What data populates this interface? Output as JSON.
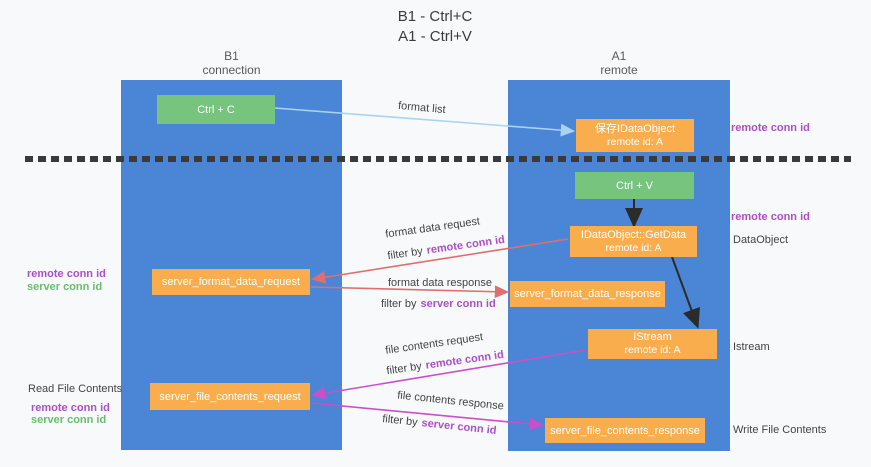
{
  "title": {
    "line1": "B1 - Ctrl+C",
    "line2": "A1 - Ctrl+V"
  },
  "columns": {
    "left": {
      "name": "B1",
      "role": "connection"
    },
    "right": {
      "name": "A1",
      "role": "remote"
    }
  },
  "nodes": {
    "ctrl_c": {
      "label": "Ctrl + C"
    },
    "save_idataobject": {
      "line1": "保存IDataObject",
      "line2": "remote id: A"
    },
    "ctrl_v": {
      "label": "Ctrl + V"
    },
    "getdata": {
      "line1": "IDataObject::GetData",
      "line2": "remote id: A"
    },
    "istream": {
      "line1": "IStream",
      "line2": "remote id: A"
    },
    "server_format_data_request": {
      "label": "server_format_data_request"
    },
    "server_format_data_response": {
      "label": "server_format_data_response"
    },
    "server_file_contents_request": {
      "label": "server_file_contents_request"
    },
    "server_file_contents_response": {
      "label": "server_file_contents_response"
    }
  },
  "arrow_labels": {
    "format_list": "format list",
    "format_data_request": "format data request",
    "format_data_response": "format data response",
    "file_contents_request": "file contents request",
    "file_contents_response": "file contents response",
    "filter_by": "filter by",
    "remote_conn_id": "remote conn id",
    "server_conn_id": "server conn id"
  },
  "side_labels": {
    "remote_conn_id_top": "remote conn id",
    "remote_conn_id_mid": "remote conn id",
    "dataobject": "DataObject",
    "istream": "Istream",
    "write_file_contents": "Write File Contents",
    "read_file_contents": "Read File Contents",
    "left_remote_conn_id_1": "remote conn id",
    "left_server_conn_id_1": "server conn id",
    "left_remote_conn_id_2": "remote conn id",
    "left_server_conn_id_2": "server conn id"
  },
  "colors": {
    "column_blue": "#4a85d6",
    "node_orange": "#f9ad4d",
    "node_green": "#76c47e",
    "arrow_light_blue": "#a9d3ef",
    "arrow_red": "#e06e6e",
    "arrow_magenta": "#ca4fc9",
    "arrow_black": "#2b2b2b",
    "conn_id_purple": "#ad4fc9",
    "conn_id_green": "#67bf6c"
  }
}
